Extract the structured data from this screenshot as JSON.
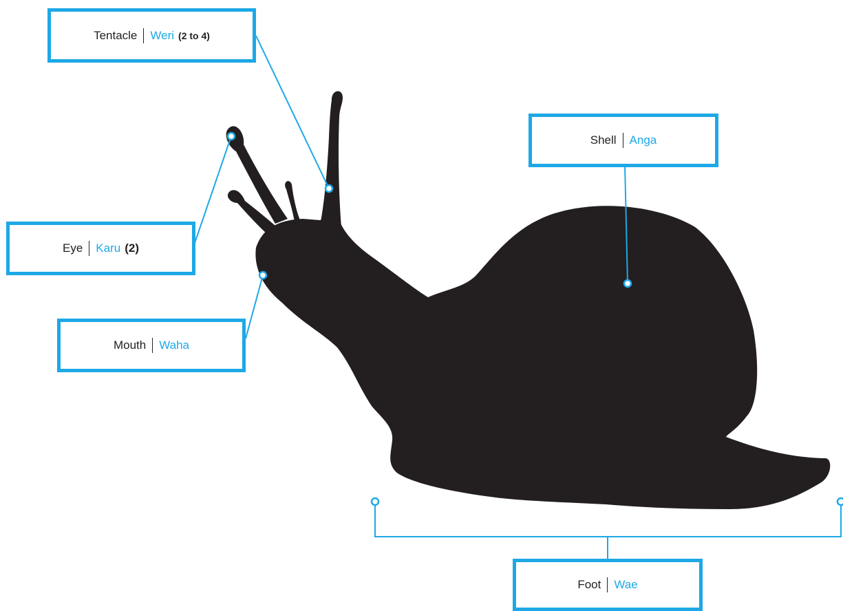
{
  "colors": {
    "accent": "#1da8e6",
    "silhouette": "#231f20",
    "background": "#ffffff"
  },
  "labels": {
    "tentacle": {
      "english": "Tentacle",
      "maori": "Weri",
      "count": "(2 to 4)"
    },
    "eye": {
      "english": "Eye",
      "maori": "Karu",
      "count": "(2)"
    },
    "mouth": {
      "english": "Mouth",
      "maori": "Waha"
    },
    "shell": {
      "english": "Shell",
      "maori": "Anga"
    },
    "foot": {
      "english": "Foot",
      "maori": "Wae"
    }
  }
}
